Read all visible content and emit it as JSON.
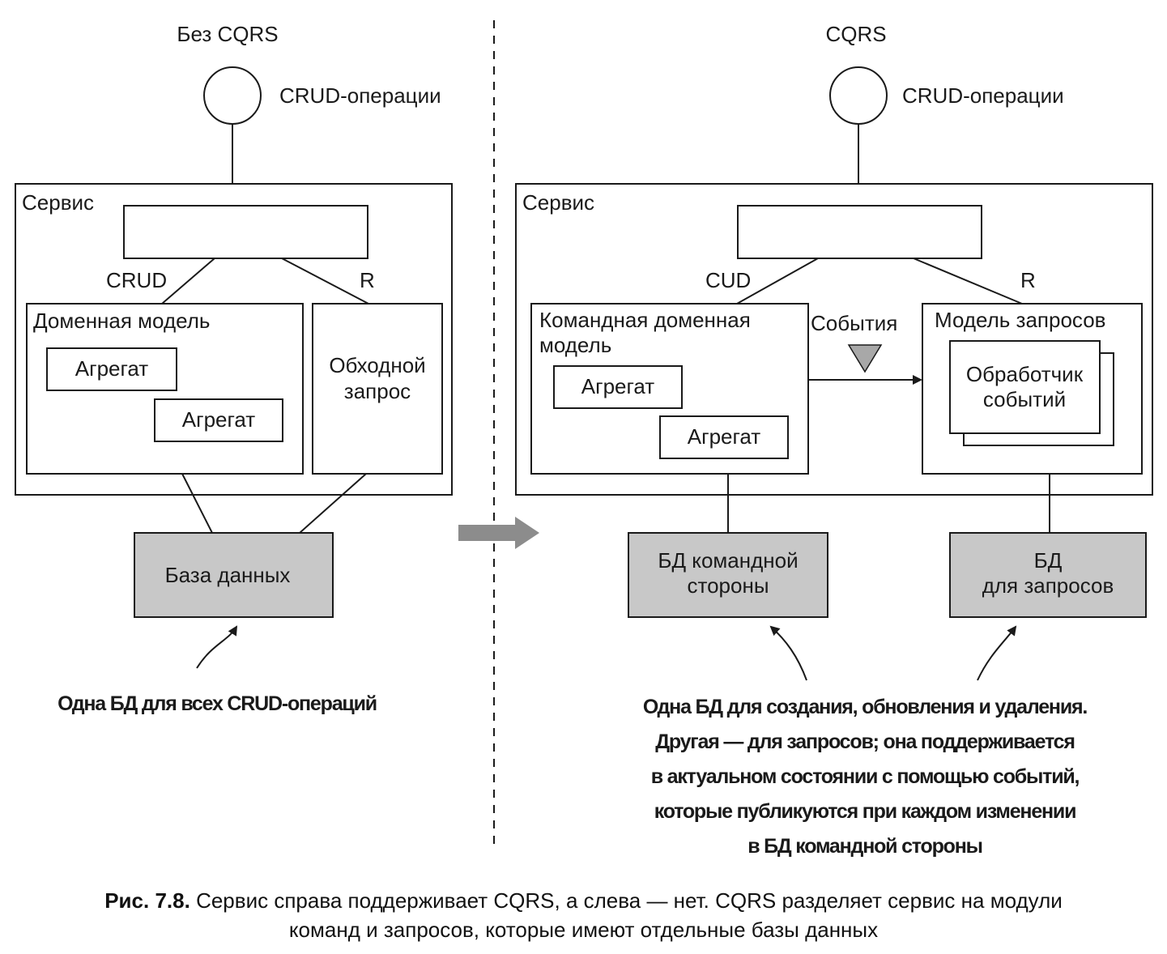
{
  "left": {
    "title": "Без CQRS",
    "interface_label": "CRUD-операции",
    "service_label": "Сервис",
    "link_crud": "CRUD",
    "link_r": "R",
    "domain_model": "Доменная модель",
    "aggregate_1": "Агрегат",
    "aggregate_2": "Агрегат",
    "bypass_query": [
      "Обходной",
      "запрос"
    ],
    "database": "База данных",
    "note": "Одна БД для всех CRUD-операций"
  },
  "right": {
    "title": "CQRS",
    "interface_label": "CRUD-операции",
    "service_label": "Сервис",
    "link_cud": "CUD",
    "link_r": "R",
    "command_model": [
      "Командная доменная",
      "модель"
    ],
    "aggregate_1": "Агрегат",
    "aggregate_2": "Агрегат",
    "events": "События",
    "query_model": "Модель запросов",
    "event_handler": [
      "Обработчик",
      "событий"
    ],
    "command_db": [
      "БД командной",
      "стороны"
    ],
    "query_db": [
      "БД",
      "для запросов"
    ],
    "note": [
      "Одна БД для создания, обновления и удаления.",
      "Другая — для запросов; она поддерживается",
      "в актуальном состоянии с помощью событий,",
      "которые публикуются при каждом изменении",
      "в БД командной стороны"
    ]
  },
  "caption": {
    "label": "Рис. 7.8.",
    "lines": [
      "Сервис справа поддерживает CQRS, а слева — нет. CQRS разделяет сервис на модули",
      "команд и запросов, которые имеют отдельные базы данных"
    ]
  },
  "colors": {
    "line": "#1a1a1a",
    "db_fill": "#c8c8c8",
    "events_fill": "#a8a8a8",
    "arrow_fill": "#8c8c8c"
  }
}
